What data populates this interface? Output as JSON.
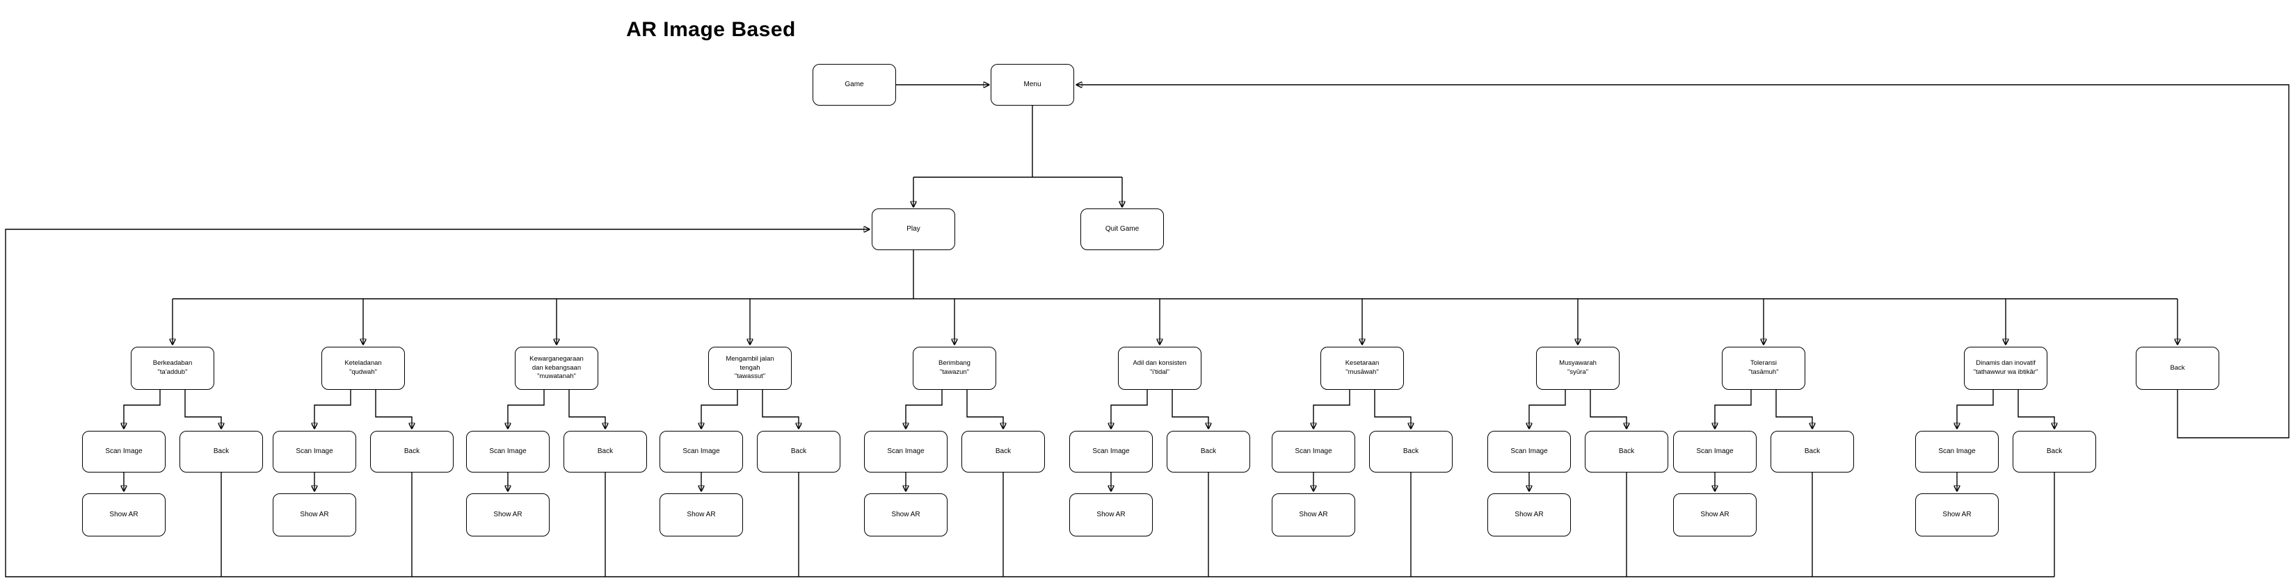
{
  "title": "AR Image Based",
  "nodes": {
    "game": "Game",
    "menu": "Menu",
    "play": "Play",
    "quit": "Quit Game",
    "back_main": "Back"
  },
  "groups": [
    {
      "topic": "Berkeadaban\n\"ta'addub\"",
      "scan": "Scan Image",
      "back": "Back",
      "show": "Show AR"
    },
    {
      "topic": "Keteladanan\n\"qudwah\"",
      "scan": "Scan Image",
      "back": "Back",
      "show": "Show AR"
    },
    {
      "topic": "Kewarganegaraan\ndan kebangsaan\n\"muwatanah\"",
      "scan": "Scan Image",
      "back": "Back",
      "show": "Show AR"
    },
    {
      "topic": "Mengambil jalan\ntengah\n\"tawassut\"",
      "scan": "Scan Image",
      "back": "Back",
      "show": "Show AR"
    },
    {
      "topic": "Berimbang\n\"tawazun\"",
      "scan": "Scan Image",
      "back": "Back",
      "show": "Show AR"
    },
    {
      "topic": "Adil dan konsisten\n\"i'tidal\"",
      "scan": "Scan Image",
      "back": "Back",
      "show": "Show AR"
    },
    {
      "topic": "Kesetaraan\n\"musāwah\"",
      "scan": "Scan Image",
      "back": "Back",
      "show": "Show AR"
    },
    {
      "topic": "Musyawarah\n\"syūra\"",
      "scan": "Scan Image",
      "back": "Back",
      "show": "Show AR"
    },
    {
      "topic": "Toleransi\n\"tasāmuh\"",
      "scan": "Scan Image",
      "back": "Back",
      "show": "Show AR"
    },
    {
      "topic": "Dinamis dan inovatif\n\"tathawwur wa ibtikâr\"",
      "scan": "Scan Image",
      "back": "Back",
      "show": "Show AR"
    }
  ]
}
